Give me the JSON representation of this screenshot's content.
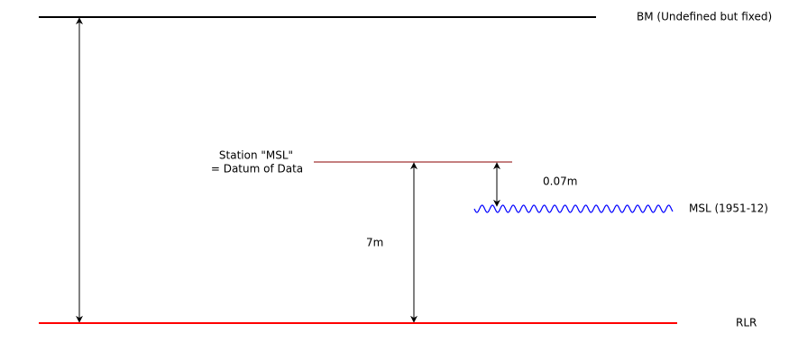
{
  "labels": {
    "bm": "BM (Undefined but fixed)",
    "station_line1": "Station \"MSL\"",
    "station_line2": "= Datum of Data",
    "offset": "0.07m",
    "msl": "MSL (1951-12)",
    "height": "7m",
    "rlr": "RLR"
  },
  "colors": {
    "bm_line": "#000000",
    "station_line": "#8b0000",
    "msl_wave": "#0000ff",
    "rlr_line": "#ff0000",
    "arrows": "#000000"
  }
}
